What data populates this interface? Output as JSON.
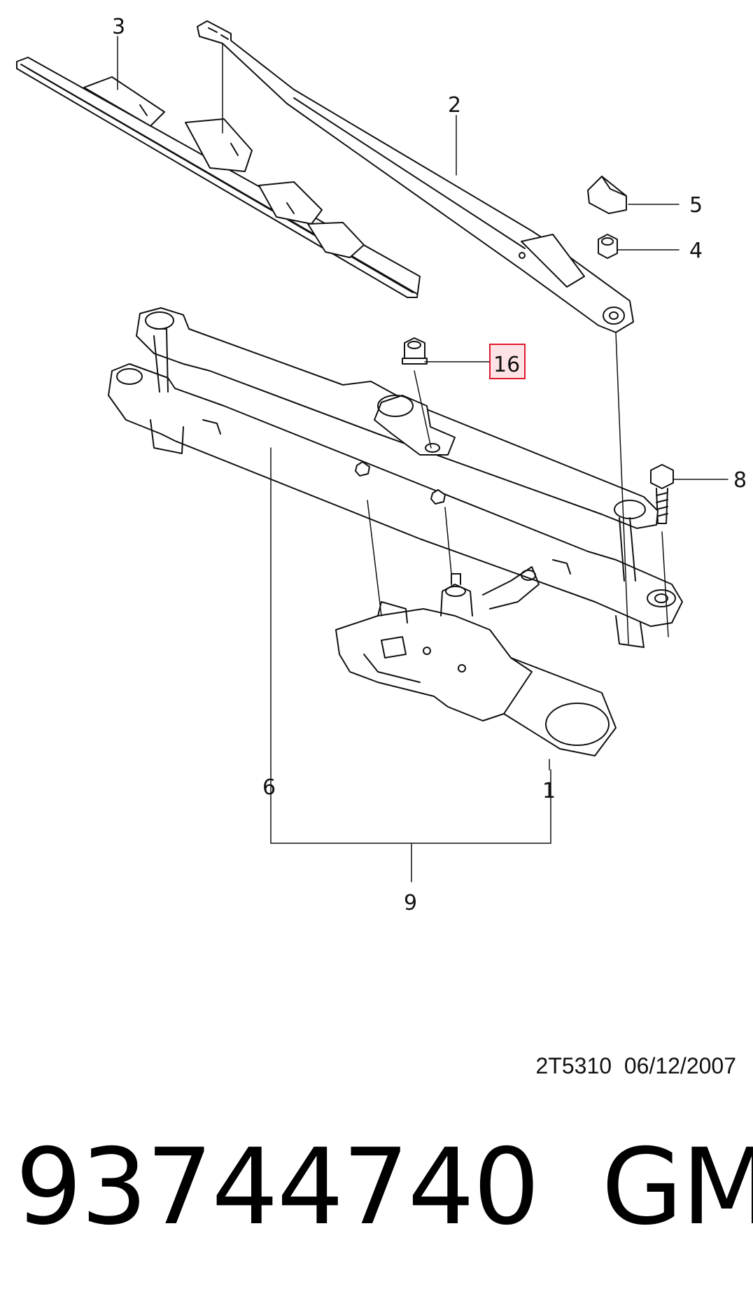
{
  "callouts": {
    "c1": "1",
    "c2": "2",
    "c3": "3",
    "c4": "4",
    "c5": "5",
    "c6": "6",
    "c8": "8",
    "c9": "9",
    "c16": "16"
  },
  "highlight_color": "#e0182d",
  "highlight_fill": "#fde3e6",
  "drawing_code": "2T5310  06/12/2007",
  "part_number": "93744740",
  "brand": "GM"
}
